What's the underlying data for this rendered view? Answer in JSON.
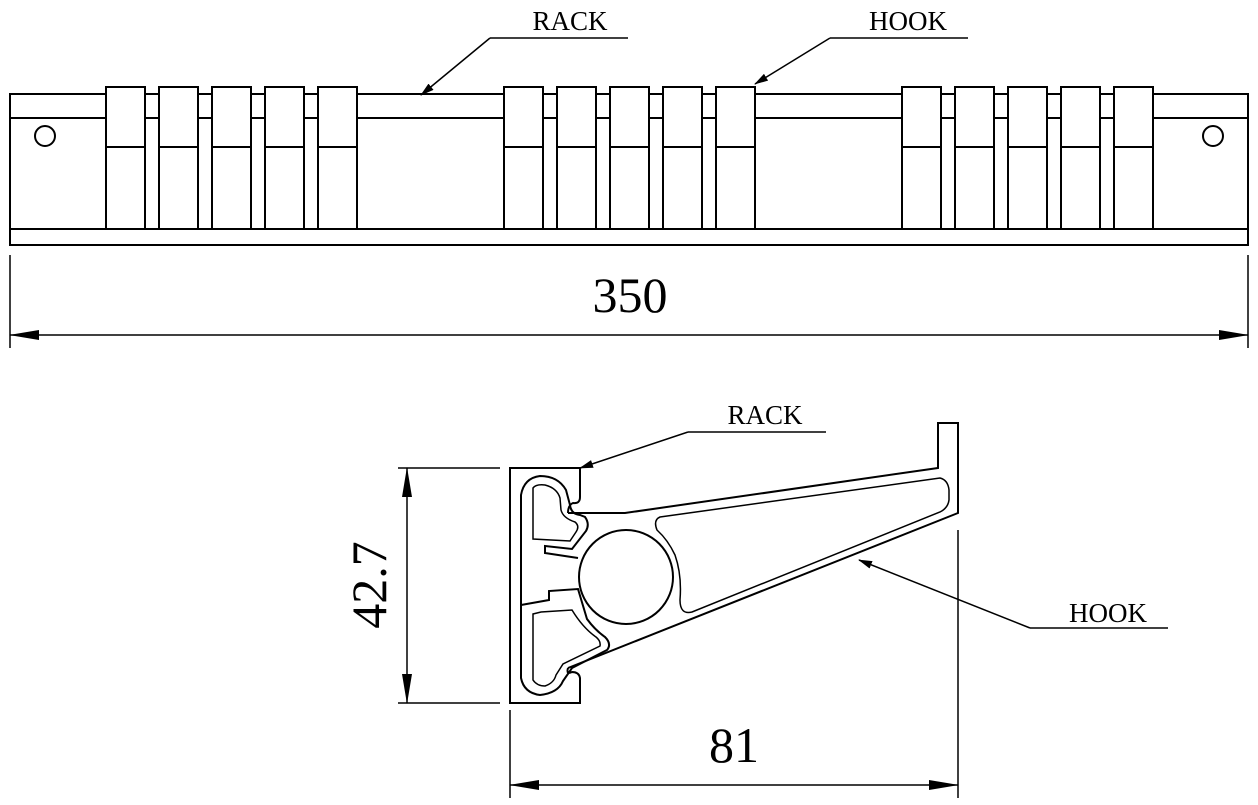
{
  "top_view": {
    "rack_label": "RACK",
    "hook_label": "HOOK",
    "length_dimension": "350",
    "hook_groups": 3,
    "hooks_per_group": 5
  },
  "section_view": {
    "rack_label": "RACK",
    "hook_label": "HOOK",
    "height_dimension": "42.7",
    "width_dimension": "81"
  }
}
